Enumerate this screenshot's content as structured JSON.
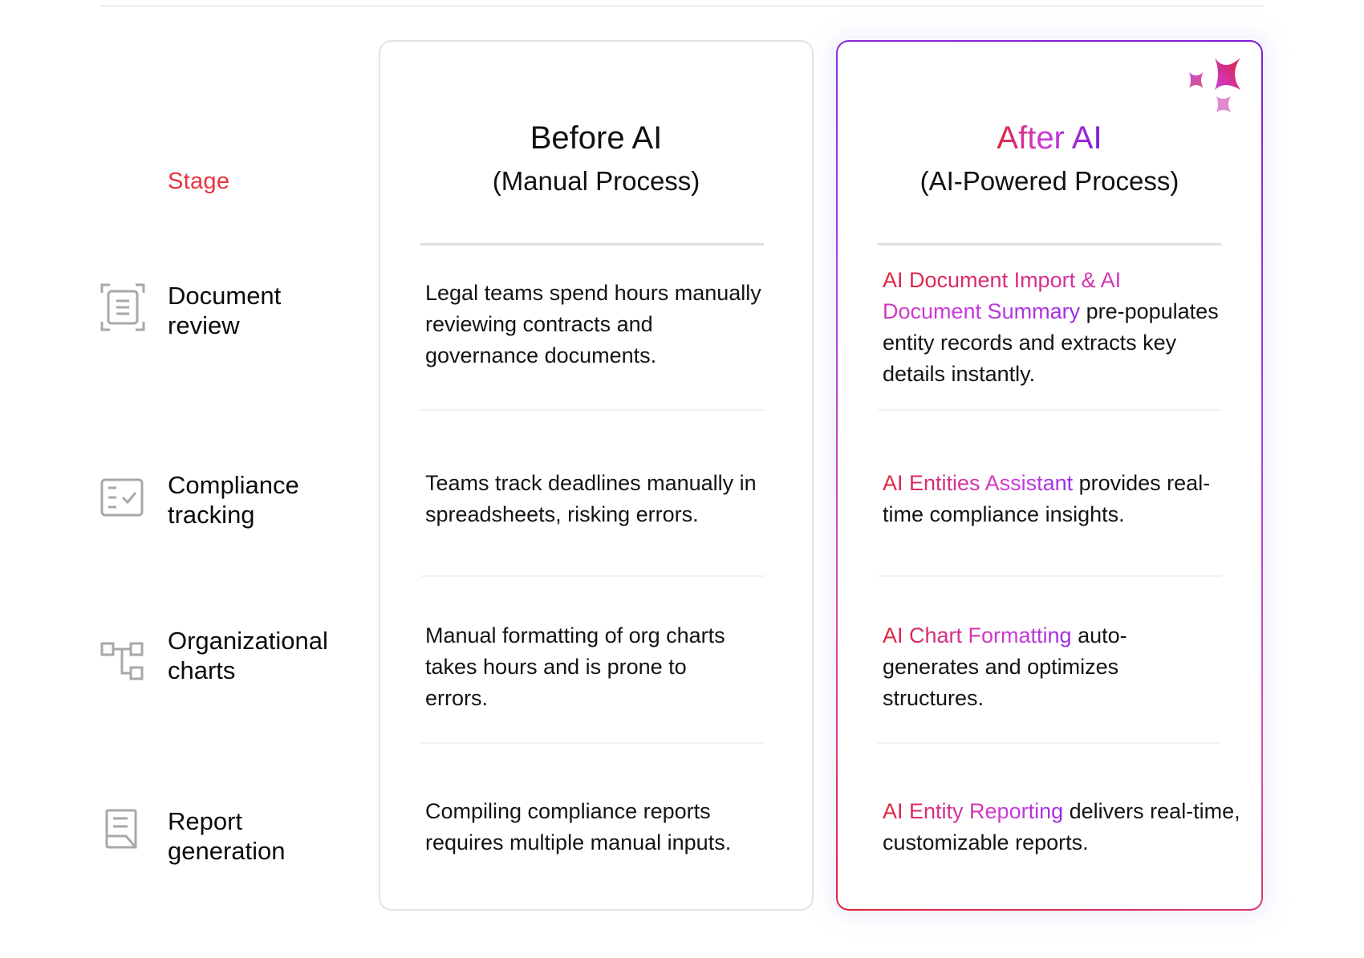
{
  "stage_header": "Stage",
  "before": {
    "title": "Before AI",
    "subtitle": "(Manual Process)"
  },
  "after": {
    "title": "After AI",
    "subtitle": "(AI-Powered Process)",
    "decoration_icon": "sparkles-icon"
  },
  "colors": {
    "stage_label": "#e8343f",
    "gradient_start": "#e0243a",
    "gradient_mid": "#cf3ad9",
    "gradient_end": "#7a1bd6",
    "card_border": "#e3e3e3",
    "icon_gray": "#a8a8a8"
  },
  "rows": [
    {
      "stage": "Document review",
      "stage_line1": "Document",
      "stage_line2": "review",
      "icon": "document-scan-icon",
      "before": "Legal teams spend hours manually reviewing contracts and governance documents.",
      "after_highlight": "AI Document Import & AI Document Summary",
      "after_rest": " pre-populates entity records and extracts key details instantly."
    },
    {
      "stage": "Compliance tracking",
      "stage_line1": "Compliance",
      "stage_line2": "tracking",
      "icon": "checklist-icon",
      "before": "Teams track deadlines manually in spreadsheets, risking errors.",
      "after_highlight": "AI Entities Assistant",
      "after_rest": " provides real-time compliance insights."
    },
    {
      "stage": "Organizational charts",
      "stage_line1": "Organizational",
      "stage_line2": "charts",
      "icon": "org-chart-icon",
      "before": "Manual formatting of org charts takes hours and is prone to errors.",
      "after_highlight": "AI Chart Formatting",
      "after_rest": " auto-generates and optimizes structures."
    },
    {
      "stage": "Report generation",
      "stage_line1": "Report",
      "stage_line2": "generation",
      "icon": "report-icon",
      "before": "Compiling compliance reports requires multiple manual inputs.",
      "after_highlight": "AI Entity Reporting",
      "after_rest": " delivers real-time, customizable reports."
    }
  ]
}
